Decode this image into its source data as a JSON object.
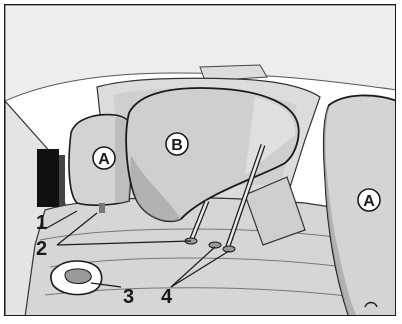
{
  "diagram": {
    "callouts": {
      "c1": "1",
      "c2": "2",
      "c3": "3",
      "c4": "4"
    },
    "circle_labels": {
      "a_left": "A",
      "b": "B",
      "a_right": "A"
    },
    "colors": {
      "line": "#1a1a1a",
      "light_gray": "#e6e6e6",
      "mid_gray": "#c9c9c9",
      "dark_gray": "#8e8e8e",
      "shade": "#b3b3b3",
      "black": "#111111",
      "white": "#ffffff"
    }
  }
}
